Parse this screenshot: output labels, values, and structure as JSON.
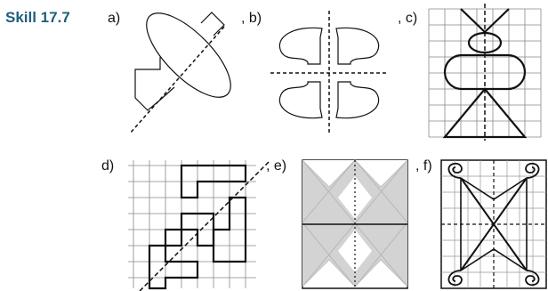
{
  "heading": "Skill 17.7",
  "labels": {
    "a": "a)",
    "b": ", b)",
    "c": ", c)",
    "d": "d)",
    "e": ", e)",
    "f": ", f)"
  },
  "colors": {
    "heading": "#1f5f7a",
    "shading": "#d3d3d3",
    "ink": "#111111"
  }
}
